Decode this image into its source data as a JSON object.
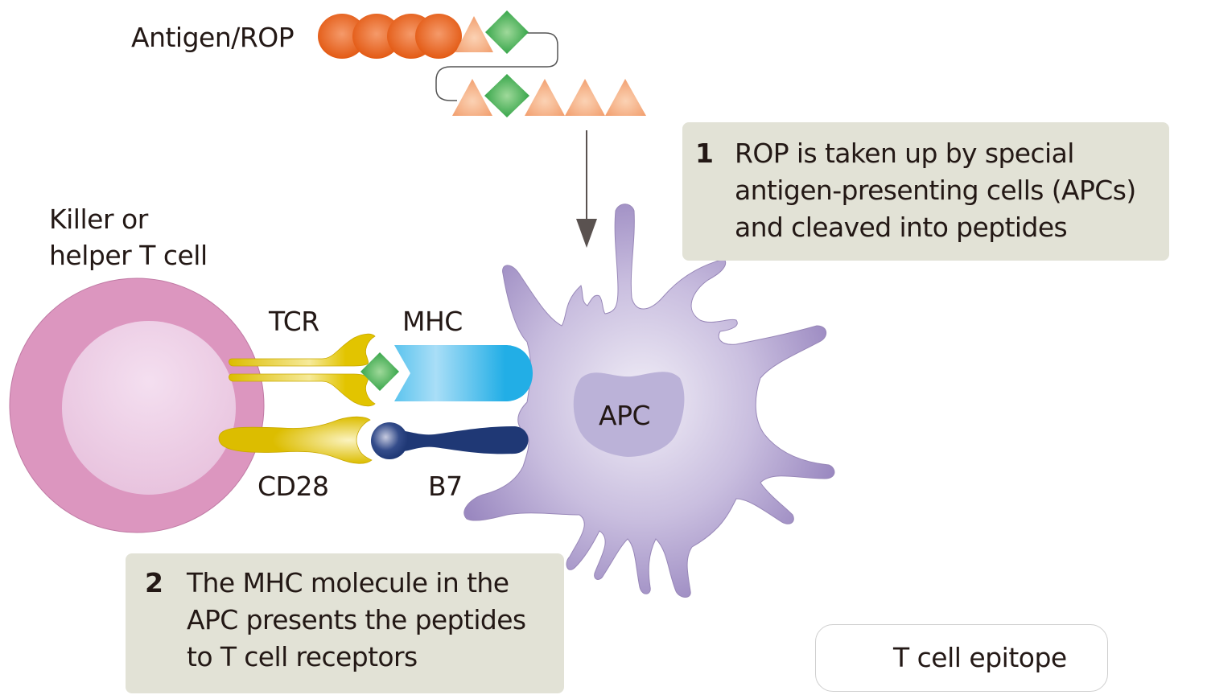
{
  "diagram": {
    "antigen_label": "Antigen/ROP",
    "t_cell_label_line1": "Killer or",
    "t_cell_label_line2": "helper T cell",
    "tcr_label": "TCR",
    "mhc_label": "MHC",
    "cd28_label": "CD28",
    "b7_label": "B7",
    "apc_label": "APC",
    "chain_sequence_row1": [
      "circle",
      "circle",
      "circle",
      "circle",
      "triangle",
      "diamond"
    ],
    "chain_sequence_row2": [
      "triangle",
      "diamond",
      "triangle",
      "triangle",
      "triangle"
    ]
  },
  "steps": [
    {
      "number": "1",
      "lines": [
        "ROP is taken up by special",
        "antigen-presenting cells (APCs)",
        "and cleaved into peptides"
      ]
    },
    {
      "number": "2",
      "lines": [
        "The MHC molecule in the",
        "APC presents the peptides",
        "to T cell receptors"
      ]
    }
  ],
  "legend": {
    "label": "T cell epitope",
    "icon": "green-diamond"
  },
  "colors": {
    "circle_residue": "#e8601c",
    "triangle_residue": "#f4a77c",
    "epitope": "#3aa84a",
    "t_cell_outer": "#dc96bf",
    "t_cell_inner": "#efd2e5",
    "receptor_yellow": "#e0c200",
    "mhc_blue": "#22b0e6",
    "b7_navy": "#1f3875",
    "apc_purple": "#a292c4",
    "step_box": "#e2e2d6"
  }
}
